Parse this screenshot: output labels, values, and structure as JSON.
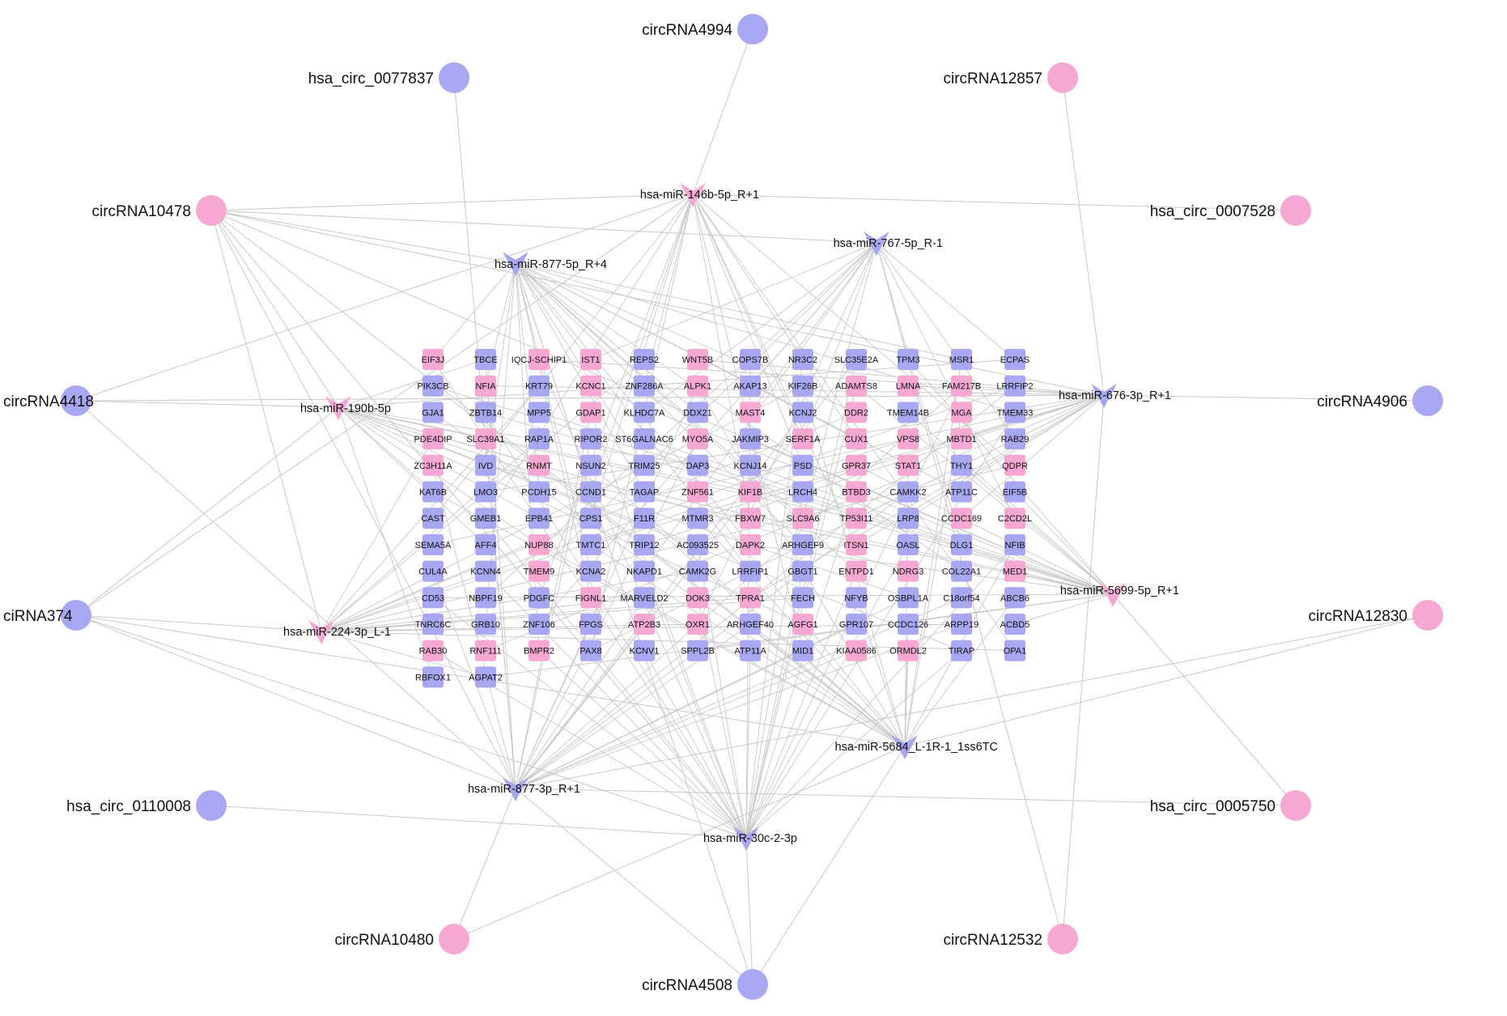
{
  "colors": {
    "blue": "#a7a7f2",
    "pink": "#f7a8d2",
    "edge": "#c8c8c8"
  },
  "circrnas": [
    {
      "id": "c_4994",
      "label": "circRNA4994",
      "color": "blue"
    },
    {
      "id": "c_0077837",
      "label": "hsa_circ_0077837",
      "color": "blue"
    },
    {
      "id": "c_12857",
      "label": "circRNA12857",
      "color": "pink"
    },
    {
      "id": "c_10478",
      "label": "circRNA10478",
      "color": "pink"
    },
    {
      "id": "c_0007528",
      "label": "hsa_circ_0007528",
      "color": "pink"
    },
    {
      "id": "c_4418",
      "label": "circRNA4418",
      "color": "blue"
    },
    {
      "id": "c_4906",
      "label": "circRNA4906",
      "color": "blue"
    },
    {
      "id": "c_374",
      "label": "ciRNA374",
      "color": "blue"
    },
    {
      "id": "c_12830",
      "label": "circRNA12830",
      "color": "pink"
    },
    {
      "id": "c_0110008",
      "label": "hsa_circ_0110008",
      "color": "blue"
    },
    {
      "id": "c_0005750",
      "label": "hsa_circ_0005750",
      "color": "pink"
    },
    {
      "id": "c_10480",
      "label": "circRNA10480",
      "color": "pink"
    },
    {
      "id": "c_12532",
      "label": "circRNA12532",
      "color": "pink"
    },
    {
      "id": "c_4508",
      "label": "circRNA4508",
      "color": "blue"
    }
  ],
  "mirnas": [
    {
      "id": "m_146b",
      "label": "hsa-miR-146b-5p_R+1",
      "color": "pink"
    },
    {
      "id": "m_767",
      "label": "hsa-miR-767-5p_R-1",
      "color": "blue"
    },
    {
      "id": "m_877_5p",
      "label": "hsa-miR-877-5p_R+4",
      "color": "blue"
    },
    {
      "id": "m_190b",
      "label": "hsa-miR-190b-5p",
      "color": "pink"
    },
    {
      "id": "m_676",
      "label": "hsa-miR-676-3p_R+1",
      "color": "blue"
    },
    {
      "id": "m_5699",
      "label": "hsa-miR-5699-5p_R+1",
      "color": "pink"
    },
    {
      "id": "m_224",
      "label": "hsa-miR-224-3p_L-1",
      "color": "pink"
    },
    {
      "id": "m_5684",
      "label": "hsa-miR-5684_L-1R-1_1ss6TC",
      "color": "blue"
    },
    {
      "id": "m_877_3p",
      "label": "hsa-miR-877-3p_R+1",
      "color": "blue"
    },
    {
      "id": "m_30c",
      "label": "hsa-miR-30c-2-3p",
      "color": "blue"
    }
  ],
  "circ_edges": [
    [
      "c_4994",
      "m_146b"
    ],
    [
      "c_0077837",
      "m_877_3p"
    ],
    [
      "c_12857",
      "m_676"
    ],
    [
      "c_10478",
      "m_146b"
    ],
    [
      "c_10478",
      "m_190b"
    ],
    [
      "c_10478",
      "m_224"
    ],
    [
      "c_10478",
      "m_877_5p"
    ],
    [
      "c_10478",
      "m_767"
    ],
    [
      "c_10478",
      "m_676"
    ],
    [
      "c_10478",
      "m_5699"
    ],
    [
      "c_10478",
      "m_5684"
    ],
    [
      "c_10478",
      "m_877_3p"
    ],
    [
      "c_10478",
      "m_30c"
    ],
    [
      "c_0007528",
      "m_146b"
    ],
    [
      "c_4418",
      "m_190b"
    ],
    [
      "c_4418",
      "m_676"
    ],
    [
      "c_4418",
      "m_877_3p"
    ],
    [
      "c_4418",
      "m_146b"
    ],
    [
      "c_4906",
      "m_676"
    ],
    [
      "c_374",
      "m_190b"
    ],
    [
      "c_374",
      "m_224"
    ],
    [
      "c_374",
      "m_146b"
    ],
    [
      "c_374",
      "m_5684"
    ],
    [
      "c_374",
      "m_877_3p"
    ],
    [
      "c_374",
      "m_30c"
    ],
    [
      "c_12830",
      "m_877_3p"
    ],
    [
      "c_12830",
      "m_5684"
    ],
    [
      "c_0110008",
      "m_30c"
    ],
    [
      "c_0005750",
      "m_5699"
    ],
    [
      "c_0005750",
      "m_877_3p"
    ],
    [
      "c_10480",
      "m_877_3p"
    ],
    [
      "c_10480",
      "m_5684"
    ],
    [
      "c_12532",
      "m_676"
    ],
    [
      "c_12532",
      "m_767"
    ],
    [
      "c_4508",
      "m_30c"
    ],
    [
      "c_4508",
      "m_5684"
    ],
    [
      "c_4508",
      "m_877_5p"
    ],
    [
      "c_4508",
      "m_877_3p"
    ]
  ],
  "gene_columns": [
    [
      {
        "t": "EIF3J",
        "c": "pink"
      },
      {
        "t": "PIK3CB",
        "c": "blue"
      },
      {
        "t": "GJA1",
        "c": "blue"
      },
      {
        "t": "PDE4DIP",
        "c": "pink"
      },
      {
        "t": "ZC3H11A",
        "c": "pink"
      },
      {
        "t": "KAT6B",
        "c": "blue"
      },
      {
        "t": "CAST",
        "c": "blue"
      },
      {
        "t": "SEMA5A",
        "c": "blue"
      },
      {
        "t": "CUL4A",
        "c": "blue"
      },
      {
        "t": "CD53",
        "c": "blue"
      },
      {
        "t": "TNRC6C",
        "c": "blue"
      },
      {
        "t": "RAB30",
        "c": "pink"
      },
      {
        "t": "RBFOX1",
        "c": "blue"
      }
    ],
    [
      {
        "t": "TBCE",
        "c": "blue"
      },
      {
        "t": "NFIA",
        "c": "pink"
      },
      {
        "t": "ZBTB14",
        "c": "blue"
      },
      {
        "t": "SLC39A1",
        "c": "pink"
      },
      {
        "t": "IVD",
        "c": "blue"
      },
      {
        "t": "LMO3",
        "c": "blue"
      },
      {
        "t": "GMEB1",
        "c": "blue"
      },
      {
        "t": "AFF4",
        "c": "blue"
      },
      {
        "t": "KCNN4",
        "c": "blue"
      },
      {
        "t": "NBPF19",
        "c": "blue"
      },
      {
        "t": "GRB10",
        "c": "blue"
      },
      {
        "t": "RNF111",
        "c": "pink"
      },
      {
        "t": "AGPAT2",
        "c": "blue"
      }
    ],
    [
      {
        "t": "IQCJ-SCHIP1",
        "c": "pink"
      },
      {
        "t": "KRT79",
        "c": "blue"
      },
      {
        "t": "MPP5",
        "c": "blue"
      },
      {
        "t": "RAP1A",
        "c": "blue"
      },
      {
        "t": "RNMT",
        "c": "pink"
      },
      {
        "t": "PCDH15",
        "c": "blue"
      },
      {
        "t": "EPB41",
        "c": "blue"
      },
      {
        "t": "NUP88",
        "c": "pink"
      },
      {
        "t": "TMEM9",
        "c": "pink"
      },
      {
        "t": "PDGFC",
        "c": "blue"
      },
      {
        "t": "ZNF106",
        "c": "blue"
      },
      {
        "t": "BMPR2",
        "c": "pink"
      }
    ],
    [
      {
        "t": "IST1",
        "c": "pink"
      },
      {
        "t": "KCNC1",
        "c": "pink"
      },
      {
        "t": "GDAP1",
        "c": "pink"
      },
      {
        "t": "RIPOR2",
        "c": "blue"
      },
      {
        "t": "NSUN2",
        "c": "blue"
      },
      {
        "t": "CCND1",
        "c": "blue"
      },
      {
        "t": "CPS1",
        "c": "blue"
      },
      {
        "t": "TMTC1",
        "c": "blue"
      },
      {
        "t": "KCNA2",
        "c": "blue"
      },
      {
        "t": "FIGNL1",
        "c": "pink"
      },
      {
        "t": "FPGS",
        "c": "blue"
      },
      {
        "t": "PAX8",
        "c": "blue"
      }
    ],
    [
      {
        "t": "REPS2",
        "c": "blue"
      },
      {
        "t": "ZNF286A",
        "c": "blue"
      },
      {
        "t": "KLHDC7A",
        "c": "blue"
      },
      {
        "t": "ST6GALNAC6",
        "c": "blue"
      },
      {
        "t": "TRIM25",
        "c": "blue"
      },
      {
        "t": "TAGAP",
        "c": "blue"
      },
      {
        "t": "F11R",
        "c": "blue"
      },
      {
        "t": "TRIP12",
        "c": "blue"
      },
      {
        "t": "NKAPD1",
        "c": "blue"
      },
      {
        "t": "MARVELD2",
        "c": "blue"
      },
      {
        "t": "ATP2B3",
        "c": "pink"
      },
      {
        "t": "KCNV1",
        "c": "blue"
      }
    ],
    [
      {
        "t": "WNT5B",
        "c": "pink"
      },
      {
        "t": "ALPK1",
        "c": "pink"
      },
      {
        "t": "DDX21",
        "c": "blue"
      },
      {
        "t": "MYO5A",
        "c": "pink"
      },
      {
        "t": "DAP3",
        "c": "blue"
      },
      {
        "t": "ZNF561",
        "c": "pink"
      },
      {
        "t": "MTMR3",
        "c": "blue"
      },
      {
        "t": "AC093525",
        "c": "blue"
      },
      {
        "t": "CAMK2G",
        "c": "blue"
      },
      {
        "t": "DOK3",
        "c": "pink"
      },
      {
        "t": "OXR1",
        "c": "pink"
      },
      {
        "t": "SPPL2B",
        "c": "blue"
      }
    ],
    [
      {
        "t": "COPS7B",
        "c": "blue"
      },
      {
        "t": "AKAP13",
        "c": "blue"
      },
      {
        "t": "MAST4",
        "c": "pink"
      },
      {
        "t": "JAKMIP3",
        "c": "blue"
      },
      {
        "t": "KCNJ14",
        "c": "blue"
      },
      {
        "t": "KIF1B",
        "c": "pink"
      },
      {
        "t": "FBXW7",
        "c": "pink"
      },
      {
        "t": "DAPK2",
        "c": "pink"
      },
      {
        "t": "LRRFIP1",
        "c": "blue"
      },
      {
        "t": "TPRA1",
        "c": "pink"
      },
      {
        "t": "ARHGEF40",
        "c": "blue"
      },
      {
        "t": "ATP11A",
        "c": "blue"
      }
    ],
    [
      {
        "t": "NR3C2",
        "c": "blue"
      },
      {
        "t": "KIF26B",
        "c": "blue"
      },
      {
        "t": "KCNJ2",
        "c": "blue"
      },
      {
        "t": "SERF1A",
        "c": "pink"
      },
      {
        "t": "PSD",
        "c": "blue"
      },
      {
        "t": "LRCH4",
        "c": "blue"
      },
      {
        "t": "SLC9A6",
        "c": "pink"
      },
      {
        "t": "ARHGEF9",
        "c": "blue"
      },
      {
        "t": "GBGT1",
        "c": "blue"
      },
      {
        "t": "FECH",
        "c": "blue"
      },
      {
        "t": "AGFG1",
        "c": "pink"
      },
      {
        "t": "MID1",
        "c": "blue"
      }
    ],
    [
      {
        "t": "SLC35E2A",
        "c": "blue"
      },
      {
        "t": "ADAMTS8",
        "c": "pink"
      },
      {
        "t": "DDR2",
        "c": "pink"
      },
      {
        "t": "CUX1",
        "c": "pink"
      },
      {
        "t": "GPR37",
        "c": "pink"
      },
      {
        "t": "BTBD3",
        "c": "pink"
      },
      {
        "t": "TP53I11",
        "c": "pink"
      },
      {
        "t": "ITSN1",
        "c": "pink"
      },
      {
        "t": "ENTPD1",
        "c": "pink"
      },
      {
        "t": "NFYB",
        "c": "blue"
      },
      {
        "t": "GPR107",
        "c": "blue"
      },
      {
        "t": "KIAA0586",
        "c": "pink"
      }
    ],
    [
      {
        "t": "TPM3",
        "c": "blue"
      },
      {
        "t": "LMNA",
        "c": "pink"
      },
      {
        "t": "TMEM14B",
        "c": "blue"
      },
      {
        "t": "VPS8",
        "c": "pink"
      },
      {
        "t": "STAT1",
        "c": "pink"
      },
      {
        "t": "CAMKK2",
        "c": "blue"
      },
      {
        "t": "LRP8",
        "c": "blue"
      },
      {
        "t": "OASL",
        "c": "blue"
      },
      {
        "t": "NDRG3",
        "c": "pink"
      },
      {
        "t": "OSBPL1A",
        "c": "blue"
      },
      {
        "t": "CCDC126",
        "c": "blue"
      },
      {
        "t": "ORMDL2",
        "c": "pink"
      }
    ],
    [
      {
        "t": "MSR1",
        "c": "blue"
      },
      {
        "t": "FAM217B",
        "c": "pink"
      },
      {
        "t": "MGA",
        "c": "pink"
      },
      {
        "t": "MBTD1",
        "c": "pink"
      },
      {
        "t": "THY1",
        "c": "blue"
      },
      {
        "t": "ATP11C",
        "c": "blue"
      },
      {
        "t": "CCDC169",
        "c": "pink"
      },
      {
        "t": "DLG1",
        "c": "blue"
      },
      {
        "t": "COL22A1",
        "c": "blue"
      },
      {
        "t": "C18orf54",
        "c": "blue"
      },
      {
        "t": "ARPP19",
        "c": "blue"
      },
      {
        "t": "TIRAP",
        "c": "blue"
      }
    ],
    [
      {
        "t": "ECPAS",
        "c": "blue"
      },
      {
        "t": "LRRFIP2",
        "c": "blue"
      },
      {
        "t": "TMEM33",
        "c": "blue"
      },
      {
        "t": "RAB29",
        "c": "blue"
      },
      {
        "t": "QDPR",
        "c": "pink"
      },
      {
        "t": "EIF5B",
        "c": "blue"
      },
      {
        "t": "C2CD2L",
        "c": "pink"
      },
      {
        "t": "NFIB",
        "c": "blue"
      },
      {
        "t": "MED1",
        "c": "pink"
      },
      {
        "t": "ABCB6",
        "c": "blue"
      },
      {
        "t": "ACBD5",
        "c": "blue"
      },
      {
        "t": "OPA1",
        "c": "blue"
      }
    ]
  ]
}
